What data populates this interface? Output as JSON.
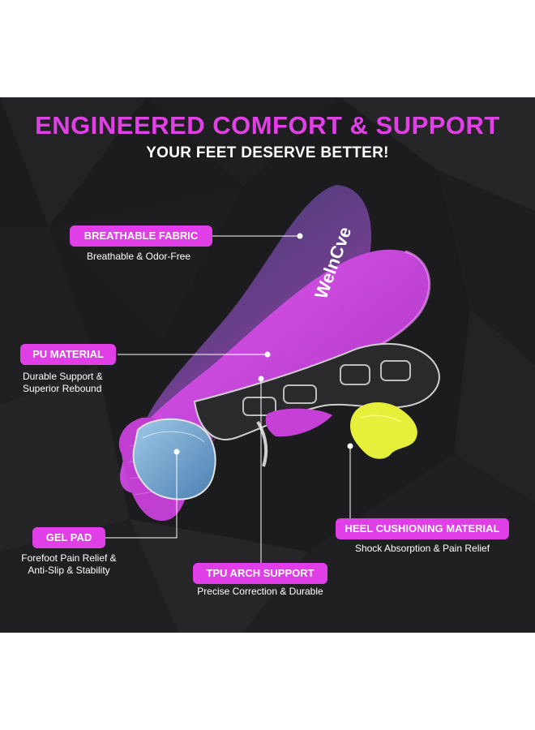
{
  "header": {
    "title": "ENGINEERED COMFORT & SUPPORT",
    "subtitle": "YOUR FEET DESERVE BETTER!"
  },
  "brand": {
    "logo_text": "WelnCve"
  },
  "features": [
    {
      "label": "BREATHABLE FABRIC",
      "desc_lines": [
        "Breathable & Odor-Free"
      ]
    },
    {
      "label": "PU MATERIAL",
      "desc_lines": [
        "Durable Support &",
        "Superior Rebound"
      ]
    },
    {
      "label": "GEL PAD",
      "desc_lines": [
        "Forefoot Pain Relief &",
        "Anti-Slip & Stability"
      ]
    },
    {
      "label": "TPU ARCH SUPPORT",
      "desc_lines": [
        "Precise Correction & Durable"
      ]
    },
    {
      "label": "HEEL CUSHIONING MATERIAL",
      "desc_lines": [
        "Shock Absorption & Pain Relief"
      ]
    }
  ],
  "colors": {
    "accent": "#e03ee6",
    "background": "#1b1b1d",
    "fabric": "#3a3a6a",
    "heel_pad": "#e6f03a",
    "text": "#ffffff"
  }
}
